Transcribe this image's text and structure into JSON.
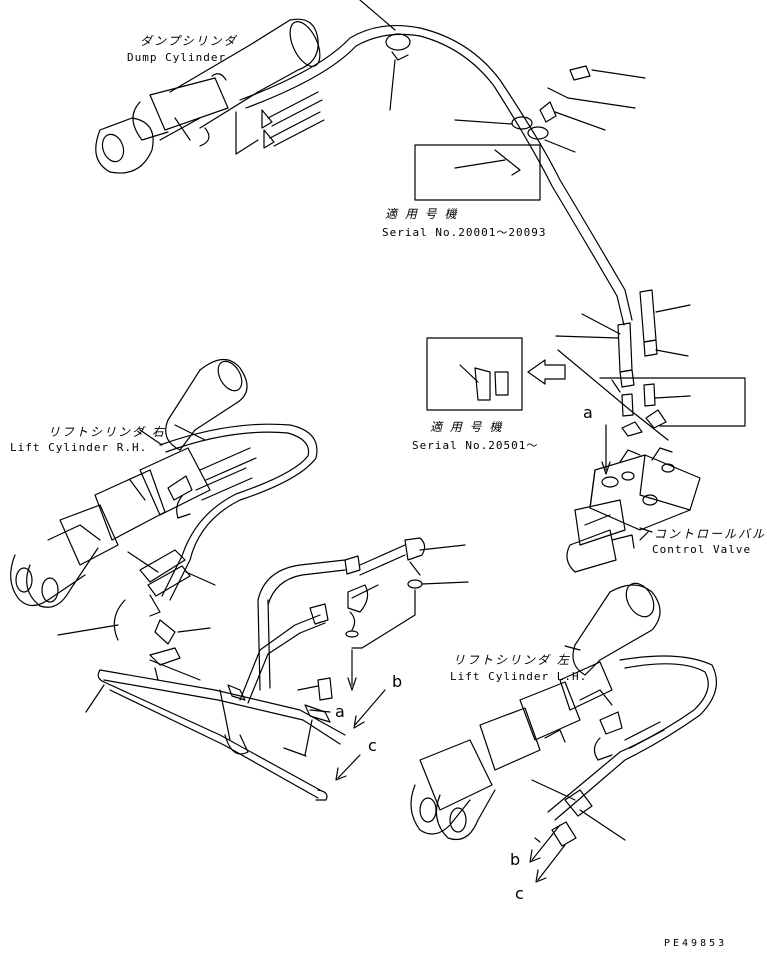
{
  "labels": {
    "dump_jp": "ダンプシリンダ",
    "dump_en": "Dump Cylinder",
    "serial1_jp": "適 用 号 機",
    "serial1_en": "Serial No.20001～20093",
    "serial2_jp": "適 用 号 機",
    "serial2_en": "Serial No.20501～",
    "lift_rh_jp": "リフトシリンダ 右",
    "lift_rh_en": "Lift Cylinder R.H.",
    "control_jp": "コントロールバルブ",
    "control_en": "Control Valve",
    "lift_lh_jp": "リフトシリンダ 左",
    "lift_lh_en": "Lift Cylinder L.H."
  },
  "markers": {
    "a_top": "a",
    "a_mid": "a",
    "b_mid": "b",
    "c_mid": "c",
    "b_bottom": "b",
    "c_bottom": "c"
  },
  "drawing_ref": "PE49853"
}
